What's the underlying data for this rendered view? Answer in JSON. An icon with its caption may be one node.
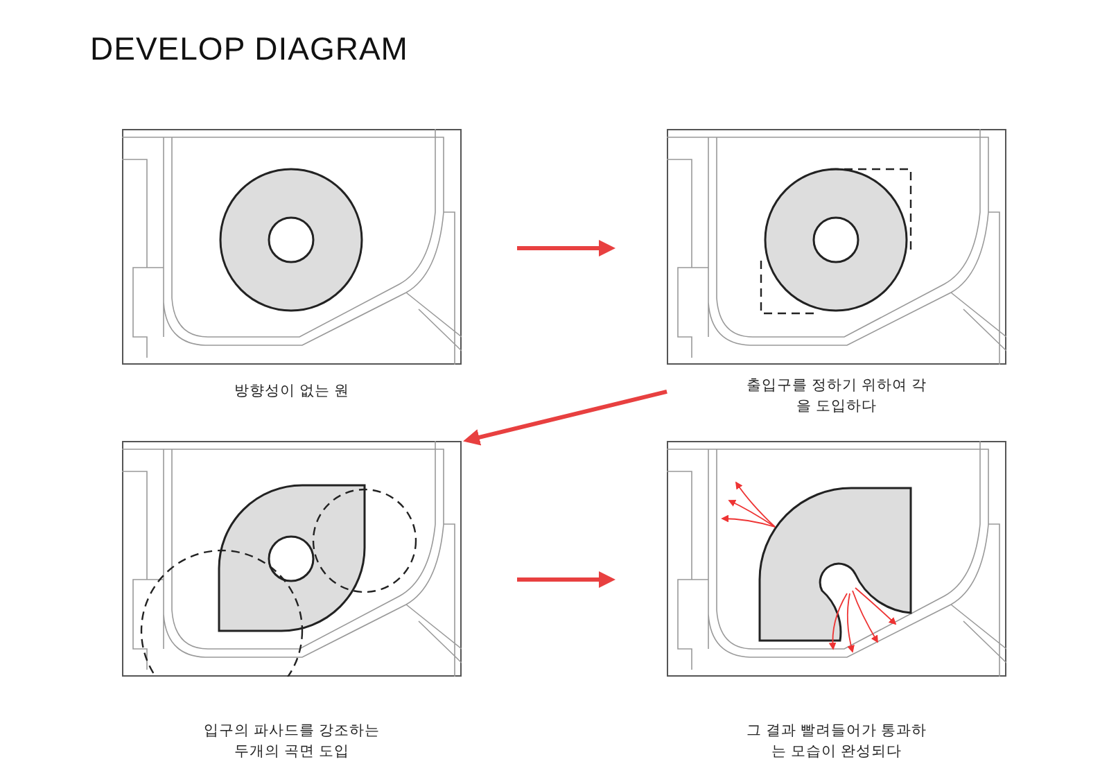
{
  "diagram": {
    "title": "DEVELOP DIAGRAM",
    "nodes": [
      {
        "text": [
          "방향성이 없는 원"
        ]
      },
      {
        "text": [
          "출입구를 정하기 위하여 각을 도입하다"
        ]
      },
      {
        "text": [
          "입구의 파사드를 강조하는 두개의 곡면 도입"
        ]
      },
      {
        "text": [
          "그 결과 빨려들어가 통과하는 모습이 완성되다"
        ]
      }
    ],
    "edges": [
      {
        "from": 0,
        "to": 1,
        "arrow": "to"
      },
      {
        "from": 1,
        "to": 2,
        "arrow": "to"
      },
      {
        "from": 2,
        "to": 3,
        "arrow": "to"
      }
    ]
  }
}
